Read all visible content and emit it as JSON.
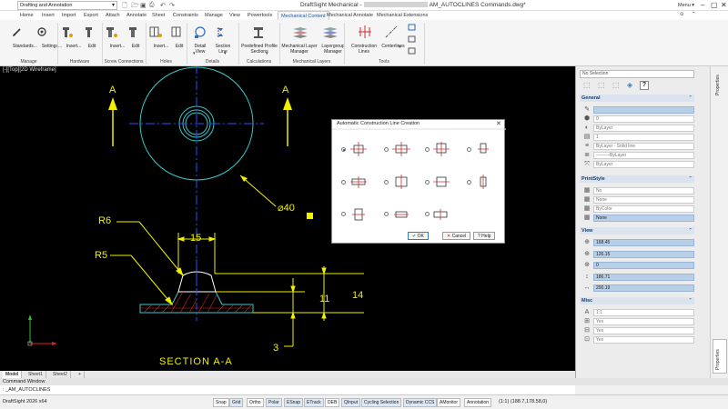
{
  "app": {
    "workspace": "Drafting and Annotation",
    "title_prefix": "DraftSight Mechanical -",
    "title_suffix": "AM_AUTOCLINES Commands.dwg*",
    "menu_label": "Menu"
  },
  "menu_tabs": [
    "Home",
    "Insert",
    "Import",
    "Export",
    "Attach",
    "Annotate",
    "Sheet",
    "Constraints",
    "Manage",
    "View",
    "Powertools",
    "Mechanical Content",
    "Mechanical Annotate",
    "Mechanical Extensions"
  ],
  "active_tab": "Mechanical Content",
  "ribbon": {
    "buttons": [
      {
        "label": "Standards...",
        "icon": "pencil-icon"
      },
      {
        "label": "Settings...",
        "icon": "settings-icon"
      },
      {
        "label": "Insert...",
        "icon": "bolt-insert-icon"
      },
      {
        "label": "Edit",
        "icon": "bolt-edit-icon"
      },
      {
        "label": "Insert...",
        "icon": "screw-insert-icon"
      },
      {
        "label": "Edit",
        "icon": "screw-edit-icon"
      },
      {
        "label": "Insert...",
        "icon": "hole-insert-icon"
      },
      {
        "label": "Edit",
        "icon": "hole-edit-icon"
      },
      {
        "label": "Detail View",
        "icon": "detail-view-icon"
      },
      {
        "label": "Section Line",
        "icon": "section-line-icon"
      },
      {
        "label": "Predefined Profile Sections",
        "icon": "profile-sections-icon"
      },
      {
        "label": "Mechanical Layer Manager",
        "icon": "layer-manager-icon"
      },
      {
        "label": "Layergroup Manager",
        "icon": "layergroup-manager-icon"
      },
      {
        "label": "Construction Lines",
        "icon": "construction-lines-icon"
      },
      {
        "label": "Centerlines",
        "icon": "centerlines-icon"
      }
    ],
    "groups": [
      "Manage",
      "Hardware",
      "Screw Connections",
      "Holes",
      "Details",
      "Calculations",
      "Mechanical Layers",
      "Tools"
    ]
  },
  "viewport_label": "[-][Top][2D Wireframe]",
  "drawing": {
    "section_marks": [
      "A",
      "A"
    ],
    "dim_radius_6": "R6",
    "dim_radius_5": "R5",
    "dim_15": "15",
    "dim_diameter": "⌀40",
    "dim_11": "11",
    "dim_14": "14",
    "dim_3": "3",
    "section_title": "SECTION A-A",
    "colors": {
      "cyan": "#3cc8c8",
      "yellow": "#f0f000",
      "blue": "#3050ff",
      "red": "#e02020",
      "white": "#ffffff",
      "green": "#30c030"
    }
  },
  "sheet_tabs": [
    "Model",
    "Sheet1",
    "Sheet2"
  ],
  "sheet_add": "+",
  "command": {
    "header": "Command Window",
    "line": ": _AM_AUTOCLINES"
  },
  "status": {
    "product": "DraftSight 2026 x64",
    "buttons": [
      "Snap",
      "Grid",
      "Ortho",
      "Polar",
      "ESnap",
      "ETrack",
      "DEB",
      "QInput",
      "Cycling Selection",
      "Dynamic CCS",
      "AMonitor",
      "Annotation"
    ],
    "coords": "(1:1)  (188.7,178.58,0)"
  },
  "properties": {
    "selection": "No Selection",
    "rail_label_top": "Properties",
    "rail_label_bottom": "Properties",
    "groups": {
      "general": "General",
      "printstyle": "PrintStyle",
      "view": "View",
      "misc": "Misc"
    },
    "general_rows": [
      "",
      "0",
      "ByLayer",
      "1",
      "ByLayer  ·  Solid line",
      "———ByLayer",
      "ByLayer"
    ],
    "print_rows": [
      "No",
      "None",
      "ByColor",
      "None"
    ],
    "view_rows": [
      "168.45",
      "126.15",
      "0",
      "186.71",
      "200.19"
    ],
    "misc_rows": [
      "1:1",
      "Yes",
      "Yes",
      "Yes"
    ]
  },
  "dialog": {
    "title": "Automatic Construction Line Creation",
    "close": "✕",
    "ok": "OK",
    "cancel": "Cancel",
    "help": "Help",
    "selected_option": 0
  }
}
